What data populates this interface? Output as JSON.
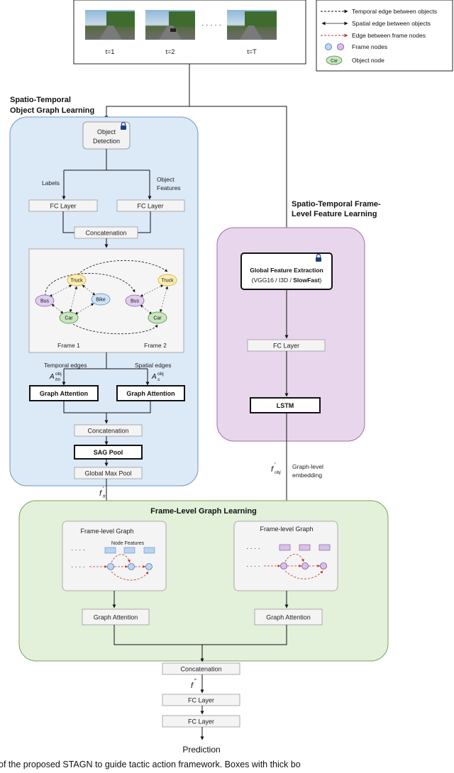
{
  "input": {
    "frames": [
      {
        "label": "t=1"
      },
      {
        "label": "t=2"
      },
      {
        "label": "t=T"
      }
    ],
    "ellipsis": "· · · · ·"
  },
  "legend": {
    "temporal": "Temporal edge between objects",
    "spatial": "Spatial edge between objects",
    "frame_edge": "Edge between frame nodes",
    "frame_nodes": "Frame nodes",
    "object_node": "Object node",
    "object_node_text": "Car"
  },
  "object_branch": {
    "title_line1": "Spatio-Temporal",
    "title_line2": "Object Graph Learning",
    "detection_line1": "Object",
    "detection_line2": "Detection",
    "labels": "Labels",
    "object_features_line1": "Object",
    "object_features_line2": "Features",
    "fc_left": "FC Layer",
    "fc_right": "FC Layer",
    "concat1": "Concatenation",
    "graph": {
      "nodes": [
        "Truck",
        "Bus",
        "Bike",
        "Car",
        "Truck",
        "Bus",
        "Car"
      ],
      "frame1": "Frame 1",
      "frame2": "Frame 2"
    },
    "temporal_edges": "Temporal edges",
    "spatial_edges": "Spatial edges",
    "a_tm_base": "A",
    "a_tm_sup": "obj",
    "a_tm_sub": "tm",
    "a_s_base": "A",
    "a_s_sup": "obj",
    "a_s_sub": "s",
    "ga_left": "Graph Attention",
    "ga_right": "Graph Attention",
    "concat2": "Concatenation",
    "sag_pool": "SAG Pool",
    "global_max_pool": "Global Max Pool",
    "f_fr_base": "f",
    "f_fr_sup": "′",
    "f_fr_sub": "fr"
  },
  "frame_branch": {
    "title_line1": "Spatio-Temporal Frame-",
    "title_line2": "Level Feature Learning",
    "gfe_line1": "Global Feature Extraction",
    "gfe_open": "(",
    "gfe_m1": "VGG16",
    "gfe_sep1": " / ",
    "gfe_m2": "I3D",
    "gfe_sep2": " / ",
    "gfe_m3": "SlowFast",
    "gfe_close": ")",
    "fc": "FC Layer",
    "lstm": "LSTM",
    "f_obj_base": "f",
    "f_obj_sup": "′",
    "f_obj_sub": "obj",
    "embedding_line1": "Graph-level",
    "embedding_line2": "embedding"
  },
  "frame_level": {
    "title": "Frame-Level Graph Learning",
    "graph_left_title": "Frame-level Graph",
    "graph_right_title": "Frame-level Graph",
    "node_features": "Node Features",
    "dots": "· · · ·",
    "ga_left": "Graph Attention",
    "ga_right": "Graph Attention",
    "concat": "Concatenation",
    "f_dd_base": "f",
    "f_dd_sup": "″",
    "fc1": "FC Layer",
    "fc2": "FC Layer",
    "prediction": "Prediction"
  },
  "caption": "of the proposed STAGN to guide tactic action framework. Boxes with thick bo"
}
